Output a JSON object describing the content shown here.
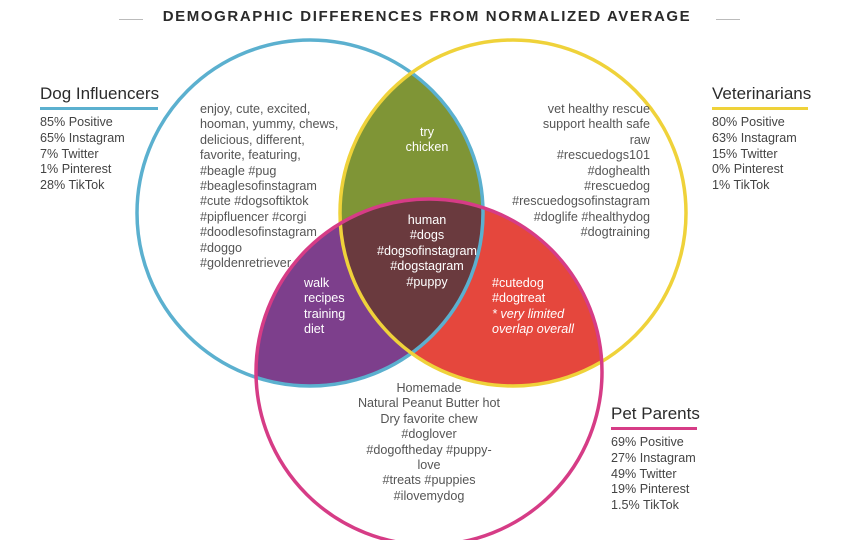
{
  "title": "DEMOGRAPHIC DIFFERENCES FROM NORMALIZED AVERAGE",
  "colors": {
    "dog_influencers": "#5bb0cf",
    "veterinarians": "#efd23a",
    "pet_parents": "#d63c86",
    "overlap_influencer_vet": "#7f9536",
    "overlap_influencer_parent": "#7d3f8c",
    "overlap_vet_parent": "#e5473d",
    "overlap_all": "#6a3a3e"
  },
  "groups": {
    "dog_influencers": {
      "name": "Dog Influencers",
      "stats": [
        "85% Positive",
        "65% Instagram",
        "7% Twitter",
        "1% Pinterest",
        "28% TikTok"
      ],
      "terms": [
        "enjoy, cute, excited,",
        "hooman, yummy, chews,",
        "delicious, different,",
        "favorite, featuring,",
        "#beagle #pug",
        "#beaglesofinstagram",
        "#cute #dogsoftiktok",
        "#pipfluencer #corgi",
        "#doodlesofinstagram",
        "#doggo",
        "#goldenretriever"
      ]
    },
    "veterinarians": {
      "name": "Veterinarians",
      "stats": [
        "80% Positive",
        "63% Instagram",
        "15% Twitter",
        "0% Pinterest",
        "1% TikTok"
      ],
      "terms": [
        "vet healthy rescue",
        "support health safe",
        "raw",
        "#rescuedogs101",
        "#doghealth",
        "#rescuedog",
        "#rescuedogsofinstagram",
        "#doglife #healthydog",
        "#dogtraining"
      ]
    },
    "pet_parents": {
      "name": "Pet Parents",
      "stats": [
        "69% Positive",
        "27% Instagram",
        "49% Twitter",
        "19% Pinterest",
        "1.5% TikTok"
      ],
      "terms": [
        "Homemade",
        "Natural Peanut Butter hot",
        "Dry favorite chew",
        "#doglover",
        "#dogoftheday #puppy-",
        "love",
        "#treats #puppies",
        "#ilovemydog"
      ]
    }
  },
  "overlaps": {
    "influencer_vet": [
      "try",
      "chicken"
    ],
    "influencer_parent": [
      "walk",
      "recipes",
      "training",
      "diet"
    ],
    "vet_parent": [
      "#cutedog",
      "#dogtreat"
    ],
    "vet_parent_note": [
      "* very limited",
      "overlap overall"
    ],
    "all": [
      "human",
      "#dogs",
      "#dogsofinstagram",
      "#dogstagram",
      "#puppy"
    ]
  }
}
